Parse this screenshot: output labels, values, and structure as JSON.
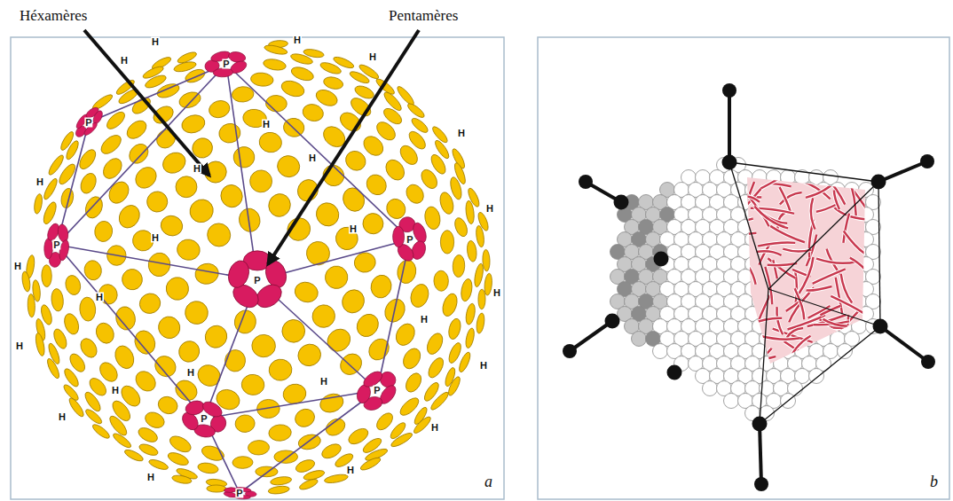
{
  "diagram": {
    "labels": [
      "Héxamères",
      "Pentamères",
      "P",
      "P",
      "P",
      "P",
      "P",
      "P",
      "P",
      "P",
      "H",
      "H",
      "H",
      "H",
      "H",
      "H",
      "H",
      "H",
      "H",
      "H",
      "H",
      "H",
      "H",
      "H",
      "H",
      "H",
      "H",
      "H",
      "H",
      "H",
      "H",
      "H",
      "H",
      "H",
      "H",
      "a",
      "b"
    ]
  }
}
